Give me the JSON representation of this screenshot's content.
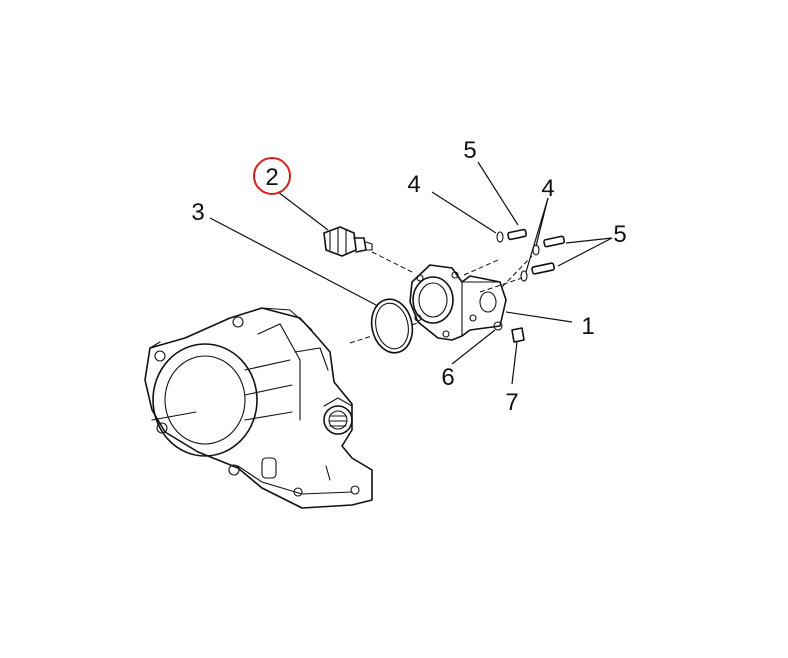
{
  "diagram": {
    "labels": {
      "one": "1",
      "two": "2",
      "three": "3",
      "four_left": "4",
      "four_right": "4",
      "five_top": "5",
      "five_right": "5",
      "six": "6",
      "seven": "7"
    },
    "highlight_color": "#d42020",
    "line_color": "#111111"
  }
}
